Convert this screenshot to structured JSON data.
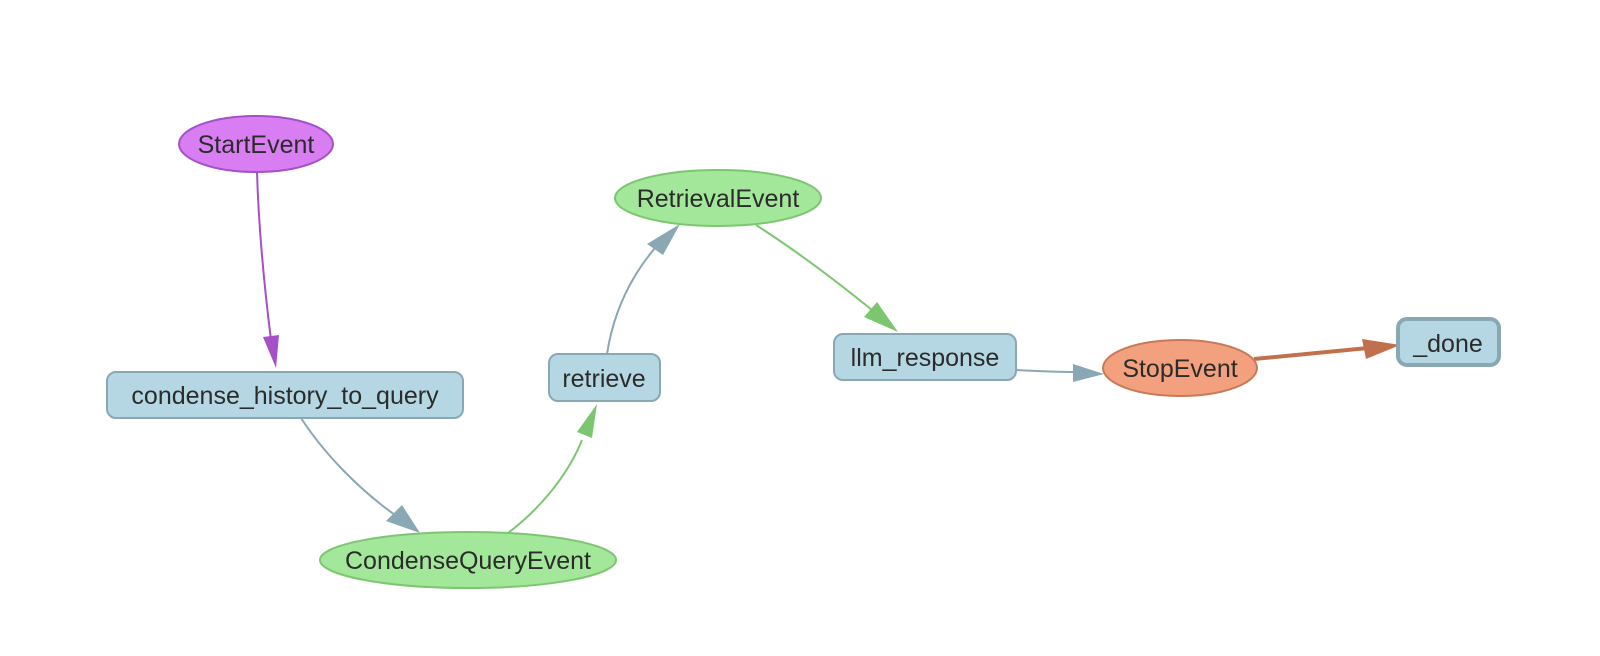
{
  "colors": {
    "start_fill": "#d87ef2",
    "start_stroke": "#a54fc8",
    "event_fill": "#a3e89a",
    "event_stroke": "#7cc670",
    "step_fill": "#b5d7e4",
    "step_stroke": "#8aa8b4",
    "stop_fill": "#f2a07e",
    "stop_stroke": "#c87a57",
    "edge_purple": "#a54fc8",
    "edge_blue": "#8aa8b4",
    "edge_green": "#7cc670",
    "edge_orange": "#c1704c"
  },
  "nodes": {
    "start_event": "StartEvent",
    "condense_history_to_query": "condense_history_to_query",
    "condense_query_event": "CondenseQueryEvent",
    "retrieve": "retrieve",
    "retrieval_event": "RetrievalEvent",
    "llm_response": "llm_response",
    "stop_event": "StopEvent",
    "done": "_done"
  },
  "edges": [
    {
      "from": "StartEvent",
      "to": "condense_history_to_query"
    },
    {
      "from": "condense_history_to_query",
      "to": "CondenseQueryEvent"
    },
    {
      "from": "CondenseQueryEvent",
      "to": "retrieve"
    },
    {
      "from": "retrieve",
      "to": "RetrievalEvent"
    },
    {
      "from": "RetrievalEvent",
      "to": "llm_response"
    },
    {
      "from": "llm_response",
      "to": "StopEvent"
    },
    {
      "from": "StopEvent",
      "to": "_done"
    }
  ]
}
